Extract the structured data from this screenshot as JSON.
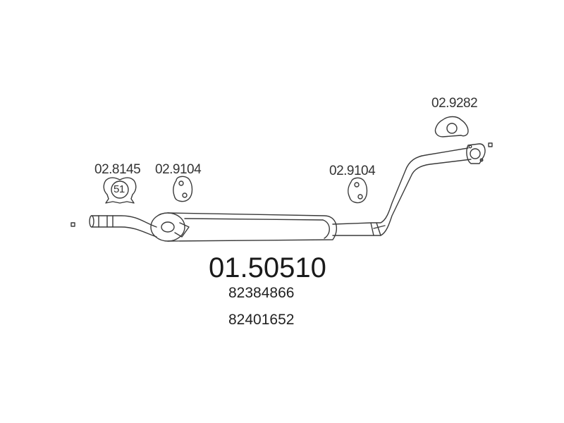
{
  "parts": {
    "clamp": {
      "number": "02.8145",
      "size_mark": "51"
    },
    "hanger_left": {
      "number": "02.9104"
    },
    "hanger_right": {
      "number": "02.9104"
    },
    "gasket": {
      "number": "02.9282"
    }
  },
  "main_part": {
    "number": "01.50510",
    "oe_numbers": [
      "82384866",
      "82401652"
    ]
  },
  "colors": {
    "line": "#3a3a3a",
    "text": "#333333",
    "background": "#ffffff"
  }
}
